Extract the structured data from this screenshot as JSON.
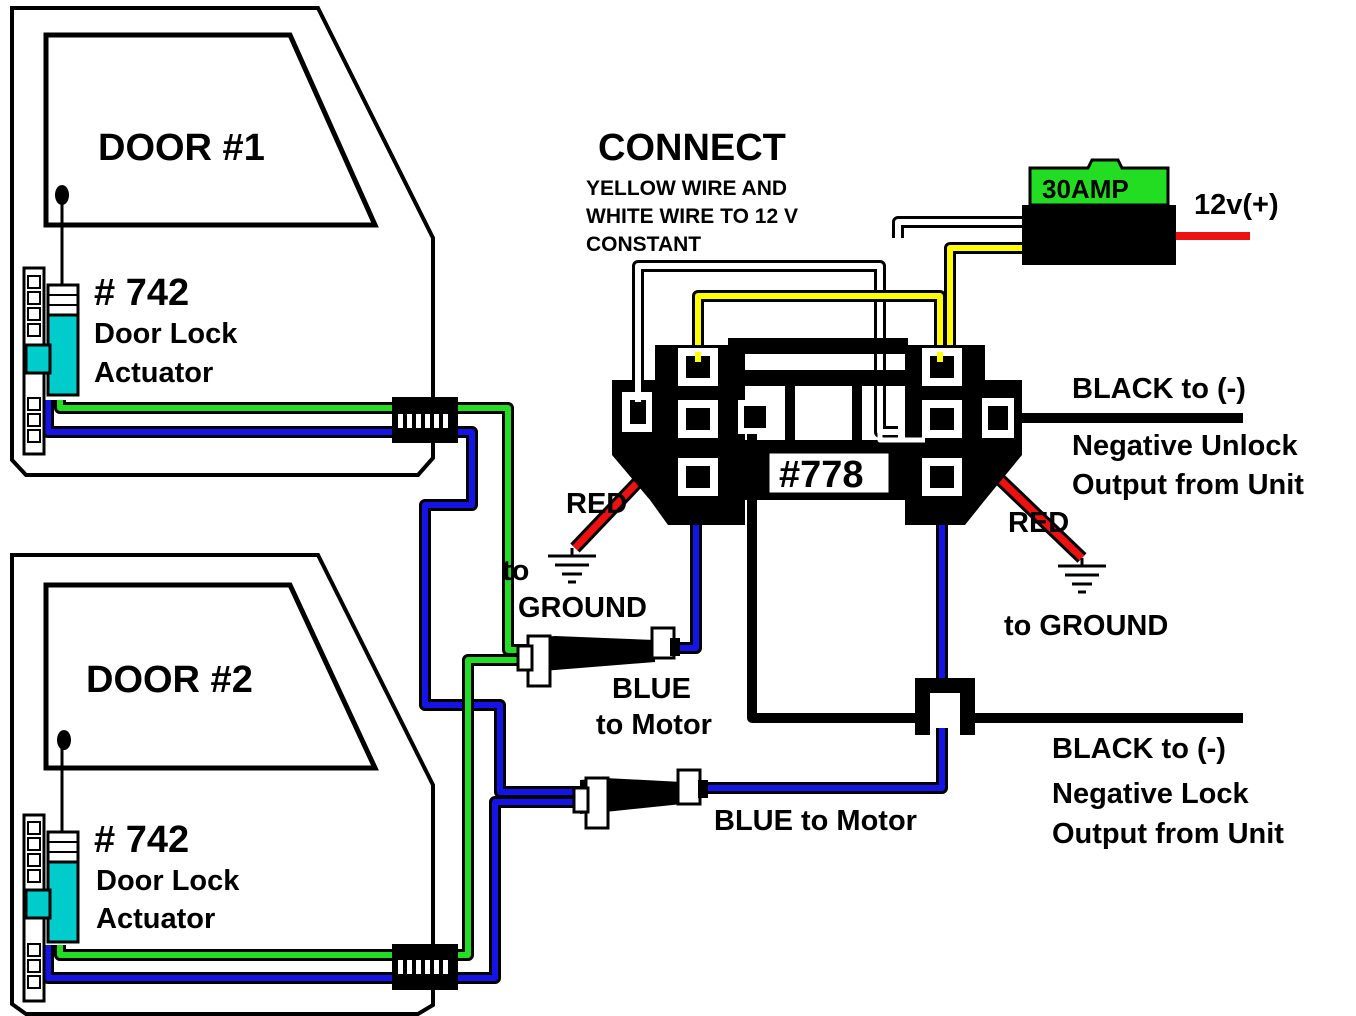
{
  "doors": [
    {
      "title": "DOOR #1",
      "part": "# 742",
      "name_line1": "Door Lock",
      "name_line2": "Actuator"
    },
    {
      "title": "DOOR #2",
      "part": "# 742",
      "name_line1": "Door Lock",
      "name_line2": "Actuator"
    }
  ],
  "connect": {
    "title": "CONNECT",
    "line1": "YELLOW WIRE AND",
    "line2": "WHITE WIRE TO 12 V",
    "line3": "CONSTANT"
  },
  "fuse": {
    "label": "30AMP",
    "power_label": "12v(+)"
  },
  "relay_label": "#778",
  "labels": {
    "red_left": "RED",
    "to_left": "to",
    "ground_left": "GROUND",
    "red_right": "RED",
    "ground_right": "to GROUND",
    "blue_upper_line1": "BLUE",
    "blue_upper_line2": "to Motor",
    "blue_lower": "BLUE to Motor",
    "unlock_line1": "BLACK to (-)",
    "unlock_line2": "Negative Unlock",
    "unlock_line3": "Output from Unit",
    "lock_line1": "BLACK to (-)",
    "lock_line2": "Negative Lock",
    "lock_line3": "Output from Unit"
  },
  "colors": {
    "green": "#22dd22",
    "blue": "#1414e6",
    "yellow": "#ffff00",
    "red": "#ee1111",
    "black": "#000000",
    "cyan": "#00cccc",
    "fuse_green": "#22dd22"
  }
}
